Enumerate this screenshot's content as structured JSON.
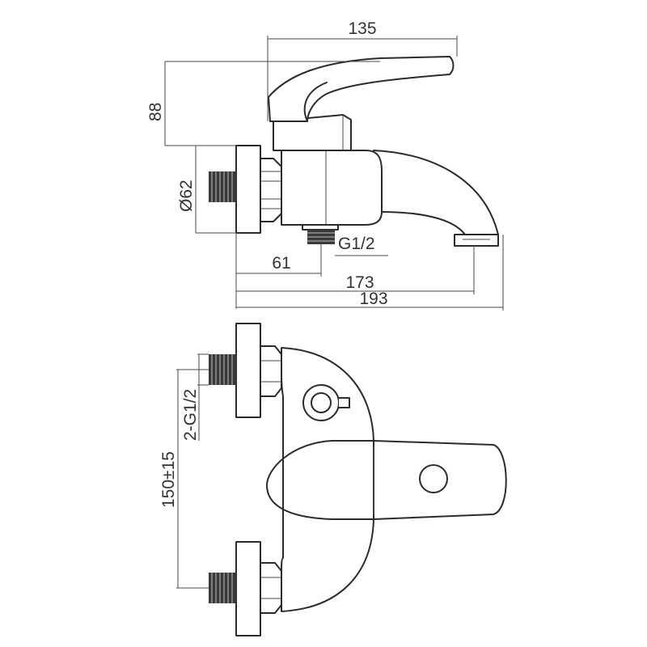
{
  "dimensions": {
    "length_135": "135",
    "height_88": "88",
    "diameter_62": "Ø62",
    "thread_g12": "G1/2",
    "length_61": "61",
    "length_173": "173",
    "length_193": "193",
    "thread_2g12": "2-G1/2",
    "spacing_150": "150±15"
  }
}
